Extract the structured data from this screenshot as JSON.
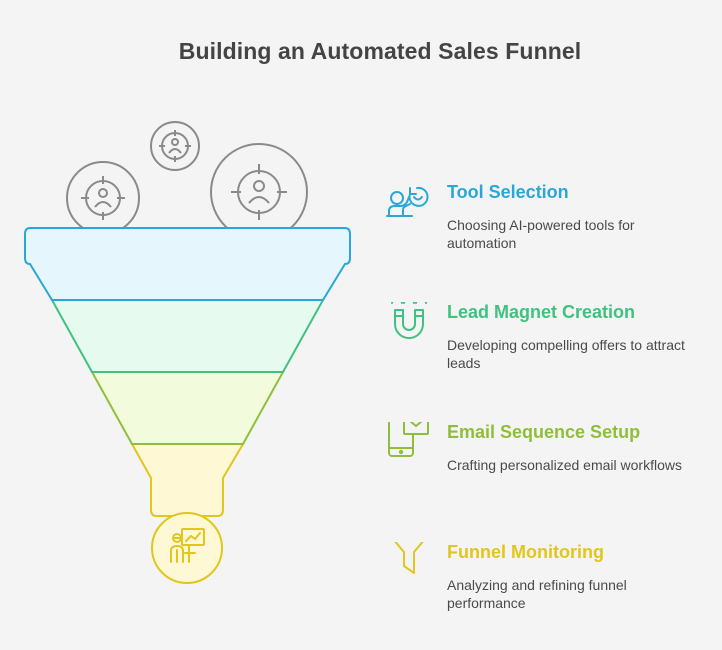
{
  "title": "Building an Automated Sales Funnel",
  "colors": {
    "blue": "#29a8d8",
    "green": "#3fc27f",
    "yellow_green": "#8fbf3a",
    "yellow": "#e0c61d",
    "gray": "#8a8a8a"
  },
  "steps": [
    {
      "heading": "Tool Selection",
      "description": "Choosing AI-powered tools for automation",
      "color": "#29a8d8",
      "icon": "person-with-refresh-icon"
    },
    {
      "heading": "Lead Magnet Creation",
      "description": "Developing compelling offers to attract leads",
      "color": "#3fc27f",
      "icon": "magnet-people-icon"
    },
    {
      "heading": "Email Sequence Setup",
      "description": "Crafting personalized email workflows",
      "color": "#8fbf3a",
      "icon": "phone-email-icon"
    },
    {
      "heading": "Funnel Monitoring",
      "description": "Analyzing and refining funnel performance",
      "color": "#e0c61d",
      "icon": "funnel-icon"
    }
  ]
}
